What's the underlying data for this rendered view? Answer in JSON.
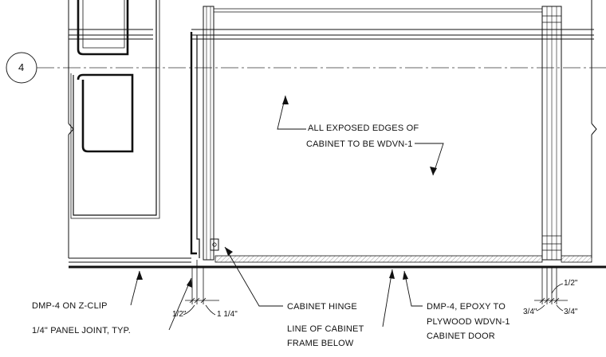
{
  "grid": {
    "bubble_label": "4"
  },
  "notes": {
    "exposed_edges_line1": "ALL EXPOSED EDGES OF",
    "exposed_edges_line2": "CABINET TO BE WDVN-1",
    "dmp_zclip": "DMP-4 ON Z-CLIP",
    "panel_joint": "1/4\" PANEL JOINT, TYP.",
    "cabinet_hinge": "CABINET HINGE",
    "frame_line1": "LINE OF CABINET",
    "frame_line2": "FRAME BELOW",
    "epoxy_line1": "DMP-4, EPOXY TO",
    "epoxy_line2": "PLYWOOD WDVN-1",
    "epoxy_line3": "CABINET DOOR"
  },
  "dimensions": {
    "left_half": "1/2\"",
    "left_quarter": "1 1/4\"",
    "right_half": "1/2\"",
    "right_three_quarter_a": "3/4\"",
    "right_three_quarter_b": "3/4\""
  },
  "colors": {
    "line": "#111111",
    "hatch": "#9a9a9a",
    "background": "#ffffff"
  }
}
